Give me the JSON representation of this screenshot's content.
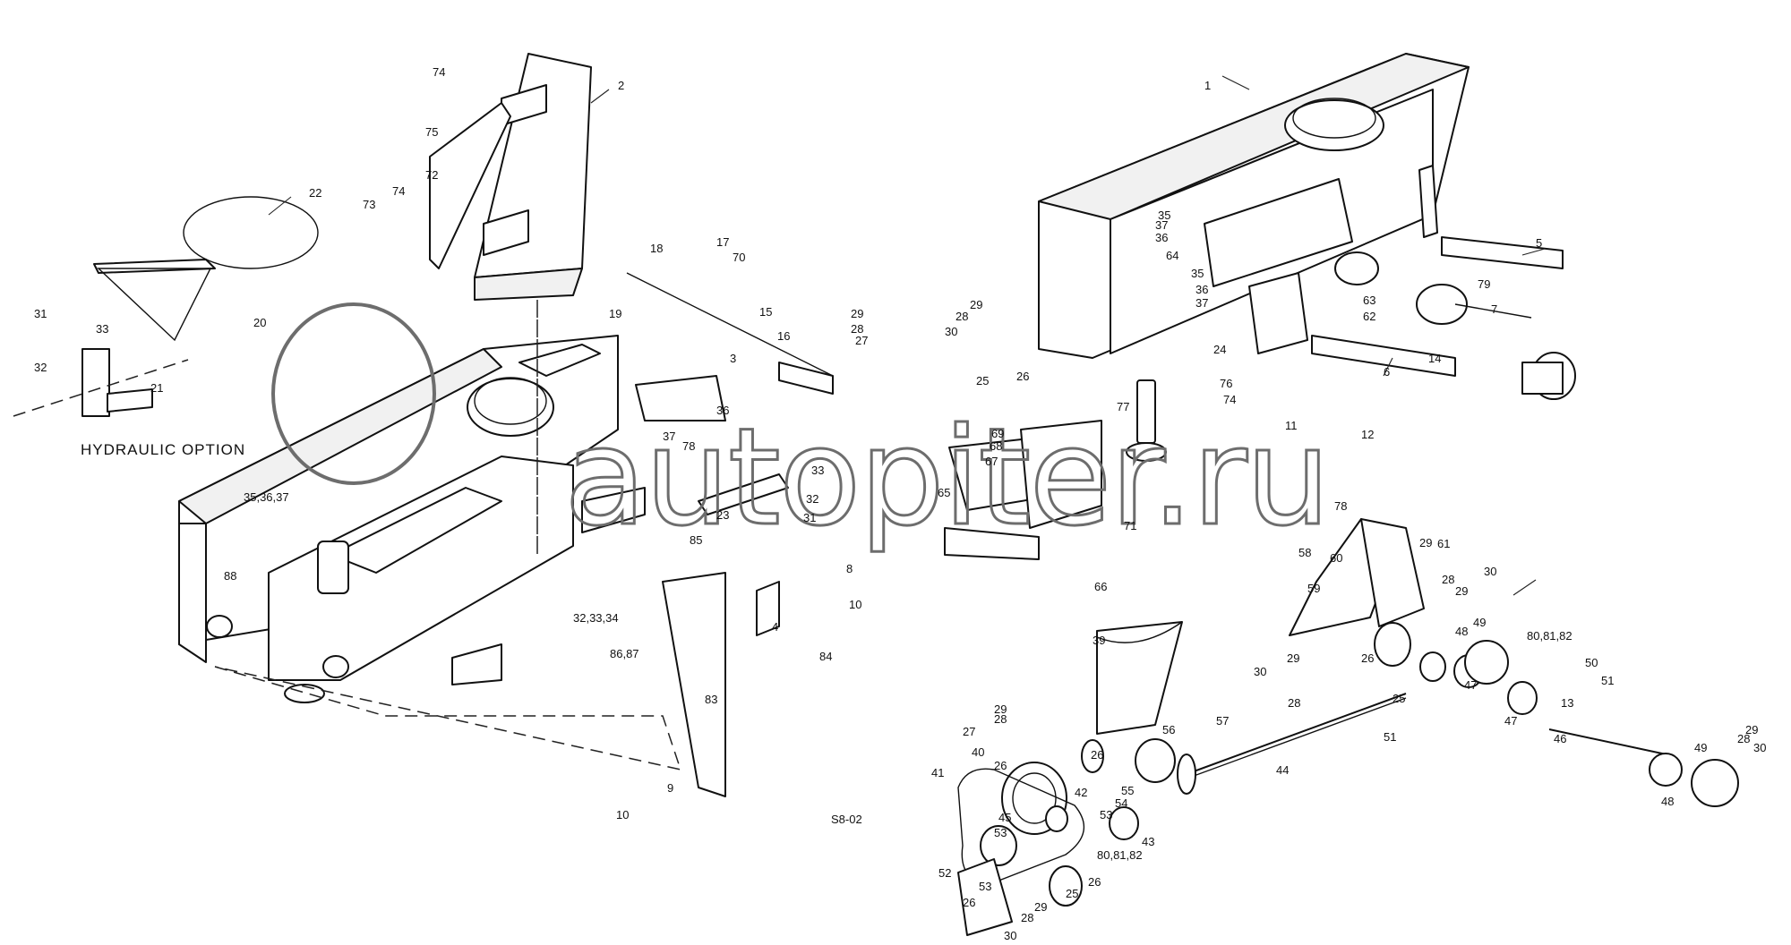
{
  "diagram": {
    "option_label": "HYDRAULIC OPTION",
    "code": "S8-02",
    "watermark_text": "autopiter.ru",
    "labels": [
      {
        "id": "1",
        "text": "1"
      },
      {
        "id": "2",
        "text": "2"
      },
      {
        "id": "3",
        "text": "3"
      },
      {
        "id": "4",
        "text": "4"
      },
      {
        "id": "5",
        "text": "5"
      },
      {
        "id": "6",
        "text": "6"
      },
      {
        "id": "7",
        "text": "7"
      },
      {
        "id": "8",
        "text": "8"
      },
      {
        "id": "9",
        "text": "9"
      },
      {
        "id": "10a",
        "text": "10"
      },
      {
        "id": "10b",
        "text": "10"
      },
      {
        "id": "11",
        "text": "11"
      },
      {
        "id": "12",
        "text": "12"
      },
      {
        "id": "13",
        "text": "13"
      },
      {
        "id": "14",
        "text": "14"
      },
      {
        "id": "15",
        "text": "15"
      },
      {
        "id": "16",
        "text": "16"
      },
      {
        "id": "17",
        "text": "17"
      },
      {
        "id": "18",
        "text": "18"
      },
      {
        "id": "19",
        "text": "19"
      },
      {
        "id": "20",
        "text": "20"
      },
      {
        "id": "21",
        "text": "21"
      },
      {
        "id": "22",
        "text": "22"
      },
      {
        "id": "23",
        "text": "23"
      },
      {
        "id": "24",
        "text": "24"
      },
      {
        "id": "25a",
        "text": "25"
      },
      {
        "id": "25b",
        "text": "25"
      },
      {
        "id": "25c",
        "text": "25"
      },
      {
        "id": "26a",
        "text": "26"
      },
      {
        "id": "26b",
        "text": "26"
      },
      {
        "id": "26c",
        "text": "26"
      },
      {
        "id": "26d",
        "text": "26"
      },
      {
        "id": "26e",
        "text": "26"
      },
      {
        "id": "26f",
        "text": "26"
      },
      {
        "id": "27a",
        "text": "27"
      },
      {
        "id": "27b",
        "text": "27"
      },
      {
        "id": "28a",
        "text": "28"
      },
      {
        "id": "28b",
        "text": "28"
      },
      {
        "id": "28c",
        "text": "28"
      },
      {
        "id": "28d",
        "text": "28"
      },
      {
        "id": "28e",
        "text": "28"
      },
      {
        "id": "28f",
        "text": "28"
      },
      {
        "id": "28g",
        "text": "28"
      },
      {
        "id": "29a",
        "text": "29"
      },
      {
        "id": "29b",
        "text": "29"
      },
      {
        "id": "29c",
        "text": "29"
      },
      {
        "id": "29d",
        "text": "29"
      },
      {
        "id": "29e",
        "text": "29"
      },
      {
        "id": "29f",
        "text": "29"
      },
      {
        "id": "29g",
        "text": "29"
      },
      {
        "id": "29h",
        "text": "29"
      },
      {
        "id": "30a",
        "text": "30"
      },
      {
        "id": "30b",
        "text": "30"
      },
      {
        "id": "30c",
        "text": "30"
      },
      {
        "id": "30d",
        "text": "30"
      },
      {
        "id": "30e",
        "text": "30"
      },
      {
        "id": "31a",
        "text": "31"
      },
      {
        "id": "31b",
        "text": "31"
      },
      {
        "id": "32a",
        "text": "32"
      },
      {
        "id": "32b",
        "text": "32"
      },
      {
        "id": "32c",
        "text": "32,33,34"
      },
      {
        "id": "33a",
        "text": "33"
      },
      {
        "id": "33b",
        "text": "33"
      },
      {
        "id": "35a",
        "text": "35,36,37"
      },
      {
        "id": "35b",
        "text": "35"
      },
      {
        "id": "35c",
        "text": "35"
      },
      {
        "id": "36a",
        "text": "36"
      },
      {
        "id": "36b",
        "text": "36"
      },
      {
        "id": "36c",
        "text": "36"
      },
      {
        "id": "37a",
        "text": "37"
      },
      {
        "id": "37b",
        "text": "37"
      },
      {
        "id": "37c",
        "text": "37"
      },
      {
        "id": "39",
        "text": "39"
      },
      {
        "id": "40",
        "text": "40"
      },
      {
        "id": "41",
        "text": "41"
      },
      {
        "id": "42",
        "text": "42"
      },
      {
        "id": "43",
        "text": "43"
      },
      {
        "id": "44",
        "text": "44"
      },
      {
        "id": "45",
        "text": "45"
      },
      {
        "id": "46",
        "text": "46"
      },
      {
        "id": "47a",
        "text": "47"
      },
      {
        "id": "47b",
        "text": "47"
      },
      {
        "id": "48a",
        "text": "48"
      },
      {
        "id": "48b",
        "text": "48"
      },
      {
        "id": "49a",
        "text": "49"
      },
      {
        "id": "49b",
        "text": "49"
      },
      {
        "id": "50",
        "text": "50"
      },
      {
        "id": "51a",
        "text": "51"
      },
      {
        "id": "51b",
        "text": "51"
      },
      {
        "id": "52",
        "text": "52"
      },
      {
        "id": "53a",
        "text": "53"
      },
      {
        "id": "53b",
        "text": "53"
      },
      {
        "id": "53c",
        "text": "53"
      },
      {
        "id": "54",
        "text": "54"
      },
      {
        "id": "55",
        "text": "55"
      },
      {
        "id": "56",
        "text": "56"
      },
      {
        "id": "57",
        "text": "57"
      },
      {
        "id": "58",
        "text": "58"
      },
      {
        "id": "59",
        "text": "59"
      },
      {
        "id": "60",
        "text": "60"
      },
      {
        "id": "61",
        "text": "61"
      },
      {
        "id": "62",
        "text": "62"
      },
      {
        "id": "63",
        "text": "63"
      },
      {
        "id": "64",
        "text": "64"
      },
      {
        "id": "65",
        "text": "65"
      },
      {
        "id": "66",
        "text": "66"
      },
      {
        "id": "67",
        "text": "67"
      },
      {
        "id": "68",
        "text": "68"
      },
      {
        "id": "69",
        "text": "69"
      },
      {
        "id": "70",
        "text": "70"
      },
      {
        "id": "71",
        "text": "71"
      },
      {
        "id": "72",
        "text": "72"
      },
      {
        "id": "73",
        "text": "73"
      },
      {
        "id": "74a",
        "text": "74"
      },
      {
        "id": "74b",
        "text": "74"
      },
      {
        "id": "74c",
        "text": "74"
      },
      {
        "id": "75",
        "text": "75"
      },
      {
        "id": "76",
        "text": "76"
      },
      {
        "id": "77",
        "text": "77"
      },
      {
        "id": "78a",
        "text": "78"
      },
      {
        "id": "78b",
        "text": "78"
      },
      {
        "id": "79",
        "text": "79"
      },
      {
        "id": "80a",
        "text": "80,81,82"
      },
      {
        "id": "80b",
        "text": "80,81,82"
      },
      {
        "id": "83",
        "text": "83"
      },
      {
        "id": "84",
        "text": "84"
      },
      {
        "id": "85",
        "text": "85"
      },
      {
        "id": "86",
        "text": "86,87"
      },
      {
        "id": "88",
        "text": "88"
      }
    ]
  }
}
